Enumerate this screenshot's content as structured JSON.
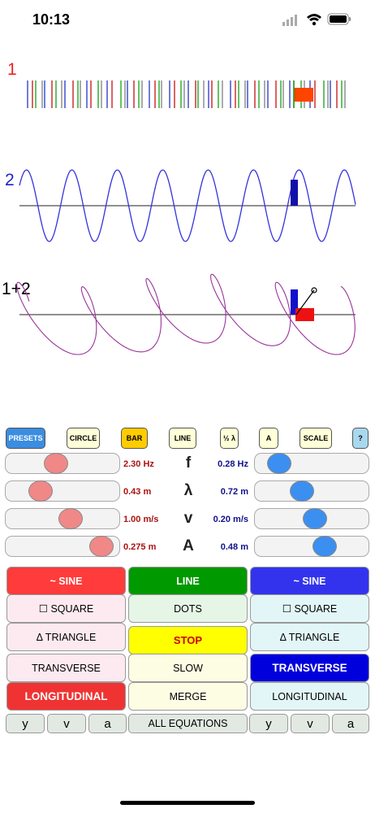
{
  "status": {
    "time": "10:13"
  },
  "plots": {
    "label1": "1",
    "label2": "2",
    "label3": "1+2"
  },
  "toolbar": {
    "presets": "PRESETS",
    "circle": "CIRCLE",
    "bar": "BAR",
    "line": "LINE",
    "half_lambda": "½ λ",
    "a": "A",
    "scale": "SCALE",
    "help": "?"
  },
  "params": [
    {
      "symbol": "f",
      "left_value": "2.30 Hz",
      "right_value": "0.28 Hz",
      "left_level": 0.42,
      "right_level": 0.13
    },
    {
      "symbol": "λ",
      "left_value": "0.43 m",
      "right_value": "0.72 m",
      "left_level": 0.25,
      "right_level": 0.38
    },
    {
      "symbol": "v",
      "left_value": "1.00 m/s",
      "right_value": "0.20 m/s",
      "left_level": 0.58,
      "right_level": 0.53
    },
    {
      "symbol": "A",
      "left_value": "0.275 m",
      "right_value": "0.48 m",
      "left_level": 0.92,
      "right_level": 0.63
    }
  ],
  "wave1": {
    "sine": "~ SINE",
    "square": "☐ SQUARE",
    "triangle": "Δ TRIANGLE",
    "transverse": "TRANSVERSE",
    "longitudinal": "LONGITUDINAL"
  },
  "middle": {
    "line": "LINE",
    "dots": "DOTS",
    "stop": "STOP",
    "slow": "SLOW",
    "merge": "MERGE",
    "all_equations": "ALL EQUATIONS"
  },
  "wave2": {
    "sine": "~ SINE",
    "square": "☐ SQUARE",
    "triangle": "Δ TRIANGLE",
    "transverse": "TRANSVERSE",
    "longitudinal": "LONGITUDINAL"
  },
  "bottom": {
    "y1": "y",
    "v1": "v",
    "a1": "a",
    "y2": "y",
    "v2": "v",
    "a2": "a"
  },
  "colors": {
    "wave1": "#dd2222",
    "wave2": "#2222cc",
    "sum": "#993399",
    "accent_green": "#009900",
    "accent_blue": "#3333ee",
    "stop_yellow": "#ffff00"
  }
}
